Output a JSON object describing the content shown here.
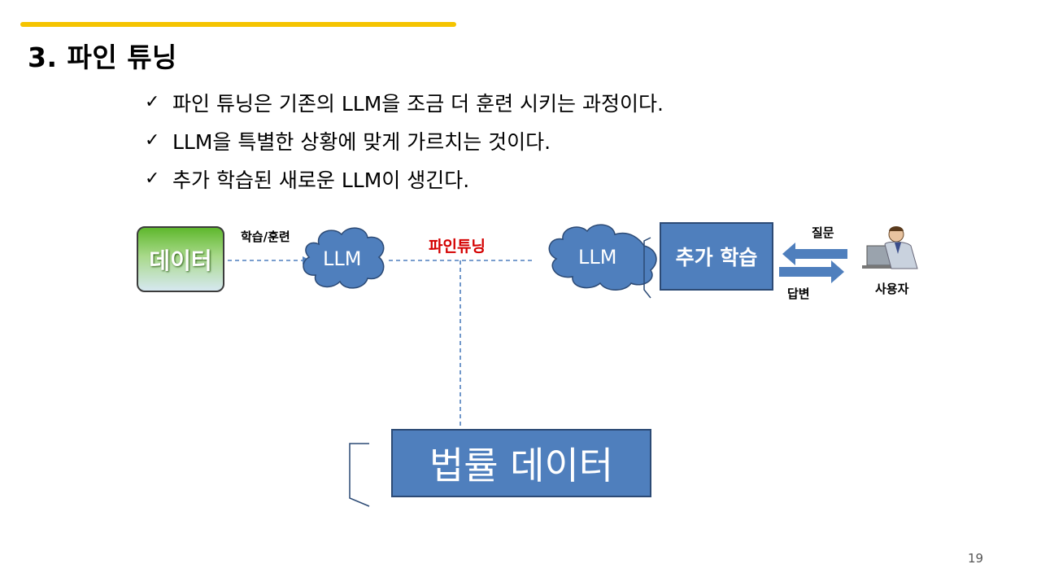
{
  "slide": {
    "title": "3. 파인 튜닝",
    "page_number": "19"
  },
  "bullets": [
    {
      "text": "파인 튜닝은 기존의 LLM을 조금 더 훈련 시키는 과정이다."
    },
    {
      "text": "LLM을 특별한 상황에 맞게 가르치는 것이다."
    },
    {
      "text": "추가 학습된 새로운 LLM이 생긴다."
    }
  ],
  "diagram": {
    "data_box": "데이터",
    "train_label": "학습/훈련",
    "llm_left": "LLM",
    "finetune_label": "파인튜닝",
    "llm_right": "LLM",
    "extra_box": "추가 학습",
    "question_label": "질문",
    "answer_label": "답변",
    "user_label": "사용자",
    "law_box": "법률 데이터"
  },
  "colors": {
    "accent": "#f5c400",
    "box_blue": "#4f7fbd",
    "finetune_red": "#d40000"
  }
}
